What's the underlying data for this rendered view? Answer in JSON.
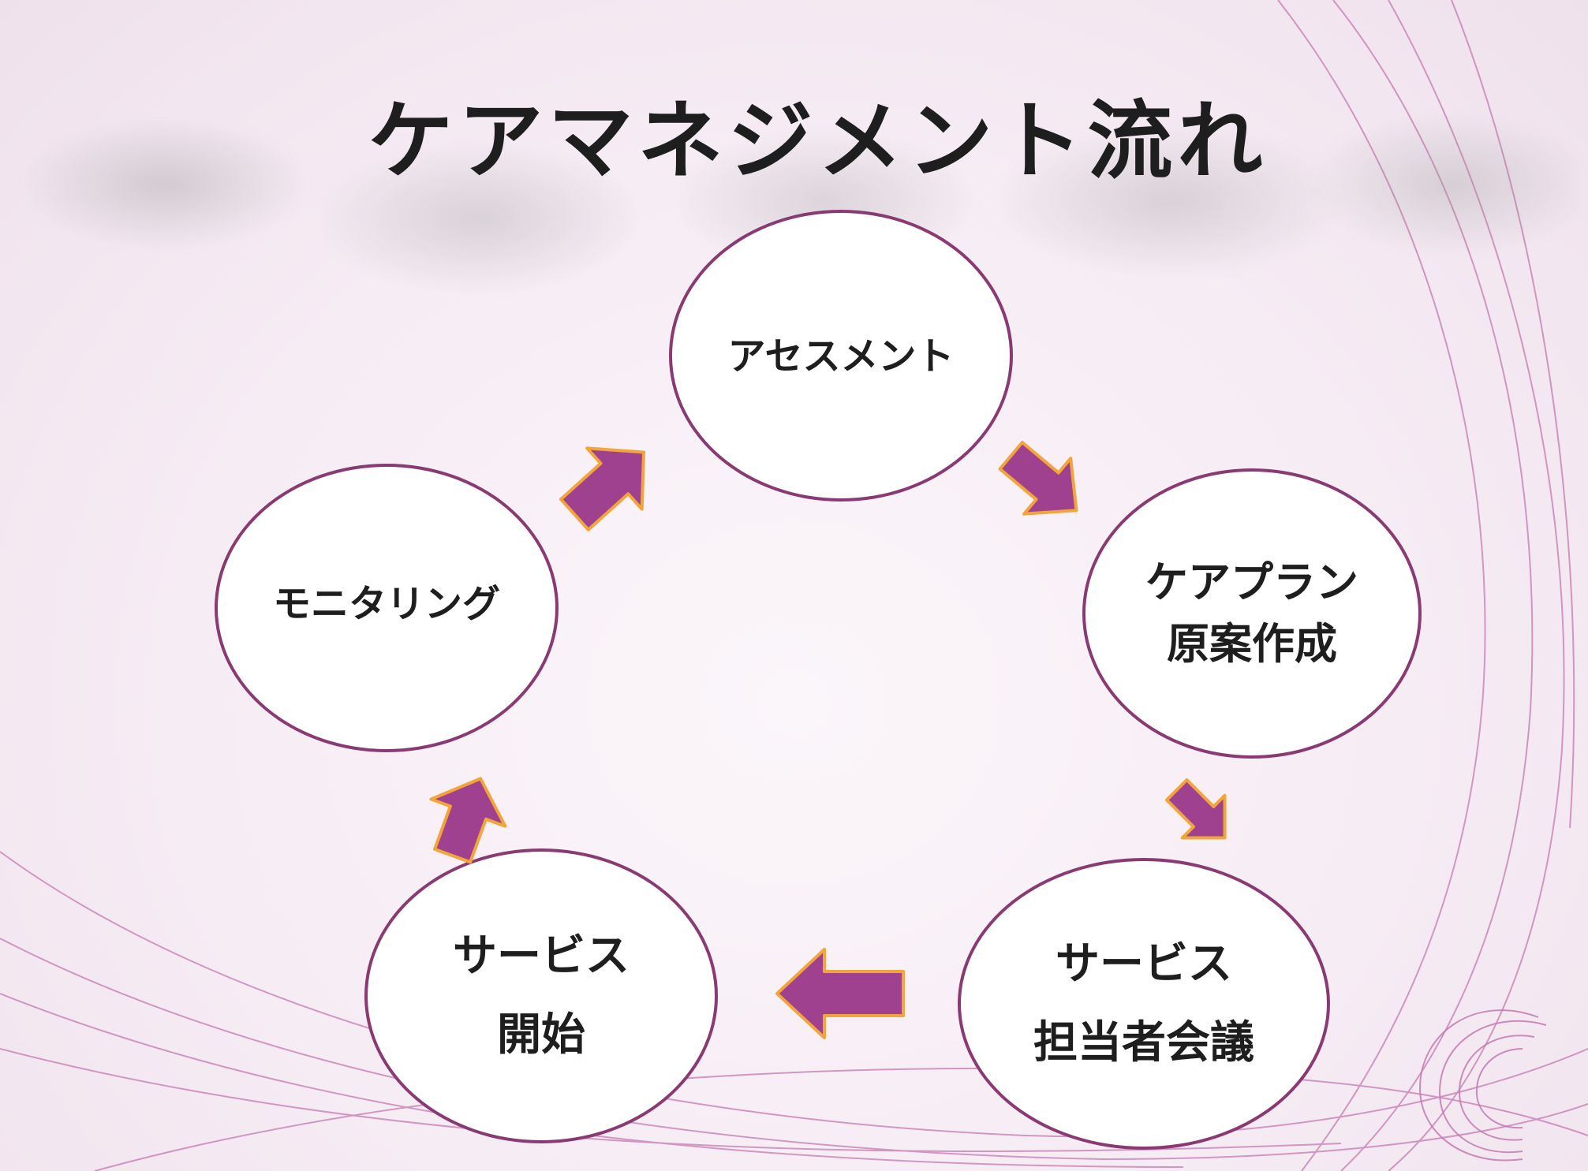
{
  "title": "ケアマネジメント流れ",
  "nodes": {
    "assessment": "アセスメント",
    "care_plan_line1": "ケアプラン",
    "care_plan_line2": "原案作成",
    "meeting_line1": "サービス",
    "meeting_line2": "担当者会議",
    "start_line1": "サービス",
    "start_line2": "開始",
    "monitoring": "モニタリング"
  },
  "colors": {
    "arrow_fill": "#a0418f",
    "arrow_outline": "#f2a53a",
    "circle_border": "#8a3a73",
    "swirl": "#c57ab2"
  }
}
